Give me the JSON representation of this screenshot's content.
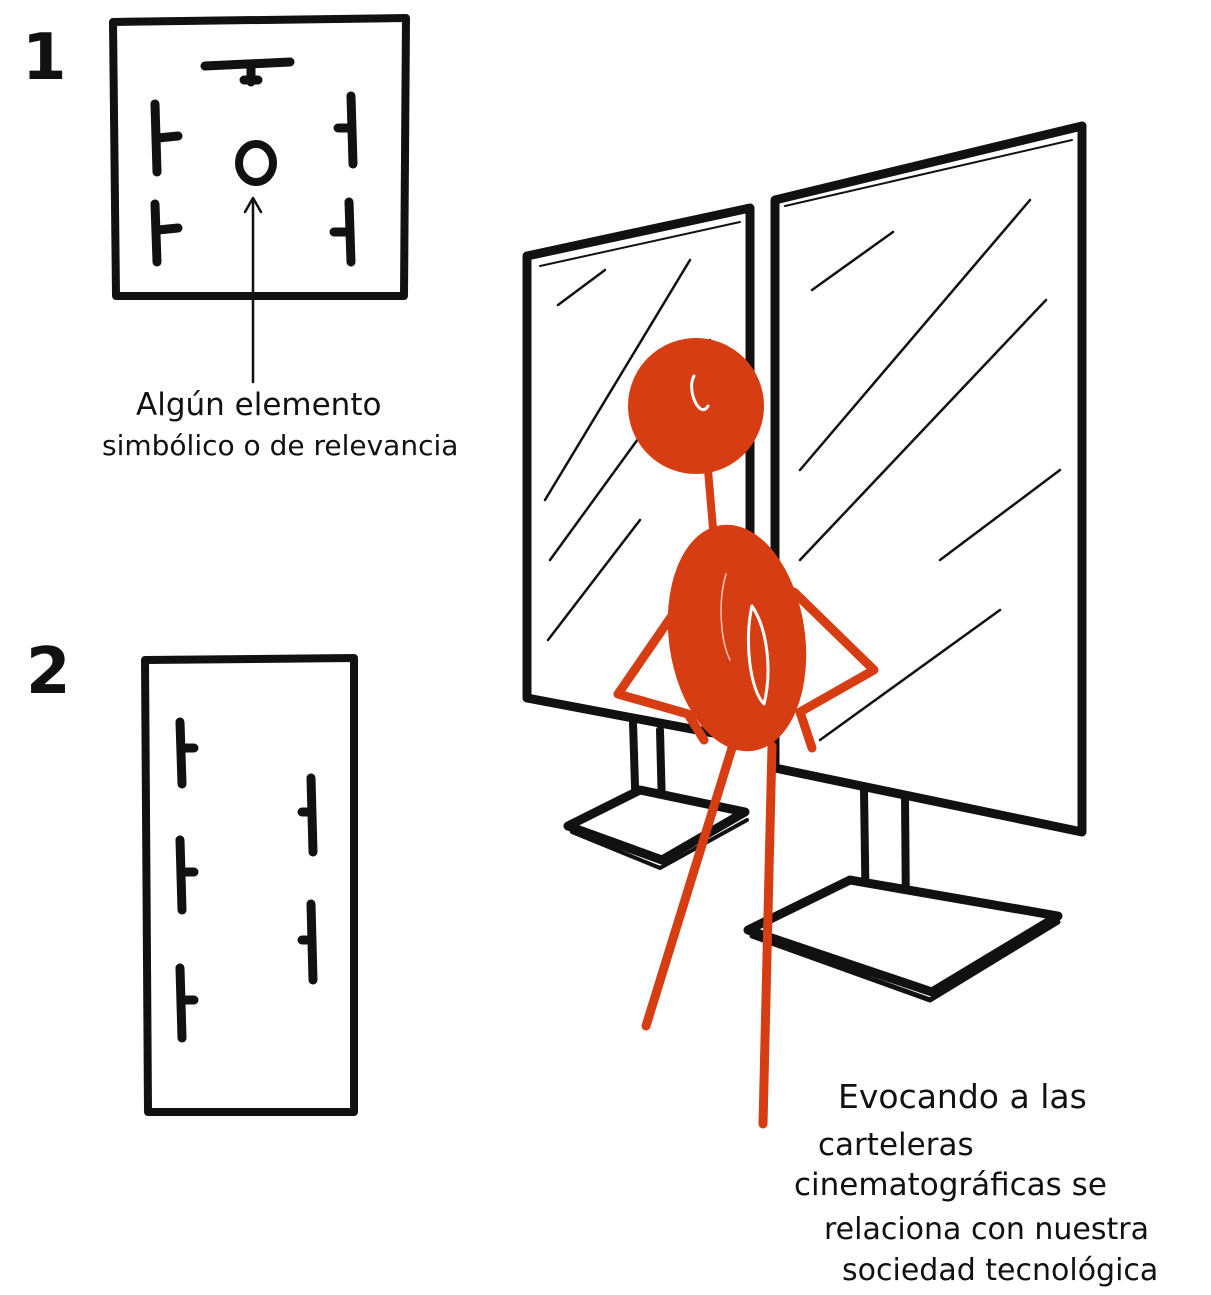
{
  "panel_1": {
    "number": "1",
    "annotation": [
      "Algún elemento",
      "simbólico o de relevancia"
    ]
  },
  "panel_2": {
    "number": "2"
  },
  "illustration": {
    "caption": [
      "Evocando a las",
      "carteleras",
      "cinematográficas se",
      "relaciona con nuestra",
      "sociedad tecnológica"
    ],
    "colors": {
      "ink": "#111111",
      "figure": "#d63d12"
    }
  }
}
